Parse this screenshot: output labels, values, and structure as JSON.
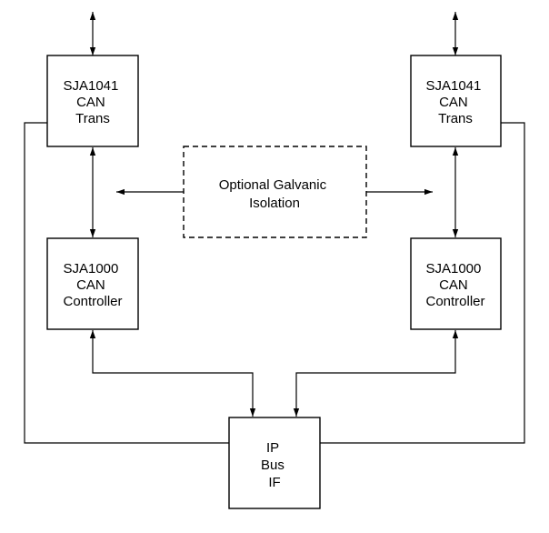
{
  "colors": {
    "stroke": "#000000",
    "background": "#ffffff"
  },
  "nodes": {
    "trans_left": {
      "lines": [
        "SJA1041",
        "CAN",
        "Trans"
      ]
    },
    "trans_right": {
      "lines": [
        "SJA1041",
        "CAN",
        "Trans"
      ]
    },
    "ctrl_left": {
      "lines": [
        "SJA1000",
        "CAN",
        "Controller"
      ]
    },
    "ctrl_right": {
      "lines": [
        "SJA1000",
        "CAN",
        "Controller"
      ]
    },
    "isolation": {
      "lines": [
        "Optional Galvanic",
        "Isolation"
      ],
      "style": "dashed"
    },
    "ipbus": {
      "lines": [
        "IP",
        "Bus",
        "IF"
      ]
    }
  },
  "edges": [
    {
      "from": "external-left",
      "to": "trans_left",
      "arrows": "both"
    },
    {
      "from": "external-right",
      "to": "trans_right",
      "arrows": "both"
    },
    {
      "from": "trans_left",
      "to": "ctrl_left",
      "arrows": "both"
    },
    {
      "from": "trans_right",
      "to": "ctrl_right",
      "arrows": "both"
    },
    {
      "from": "isolation",
      "to": "left-channel",
      "arrows": "end"
    },
    {
      "from": "isolation",
      "to": "right-channel",
      "arrows": "end"
    },
    {
      "from": "ctrl_left",
      "to": "ipbus",
      "arrows": "both"
    },
    {
      "from": "ctrl_right",
      "to": "ipbus",
      "arrows": "both"
    },
    {
      "from": "trans_left",
      "to": "ipbus",
      "arrows": "none"
    },
    {
      "from": "trans_right",
      "to": "ipbus",
      "arrows": "none"
    }
  ]
}
